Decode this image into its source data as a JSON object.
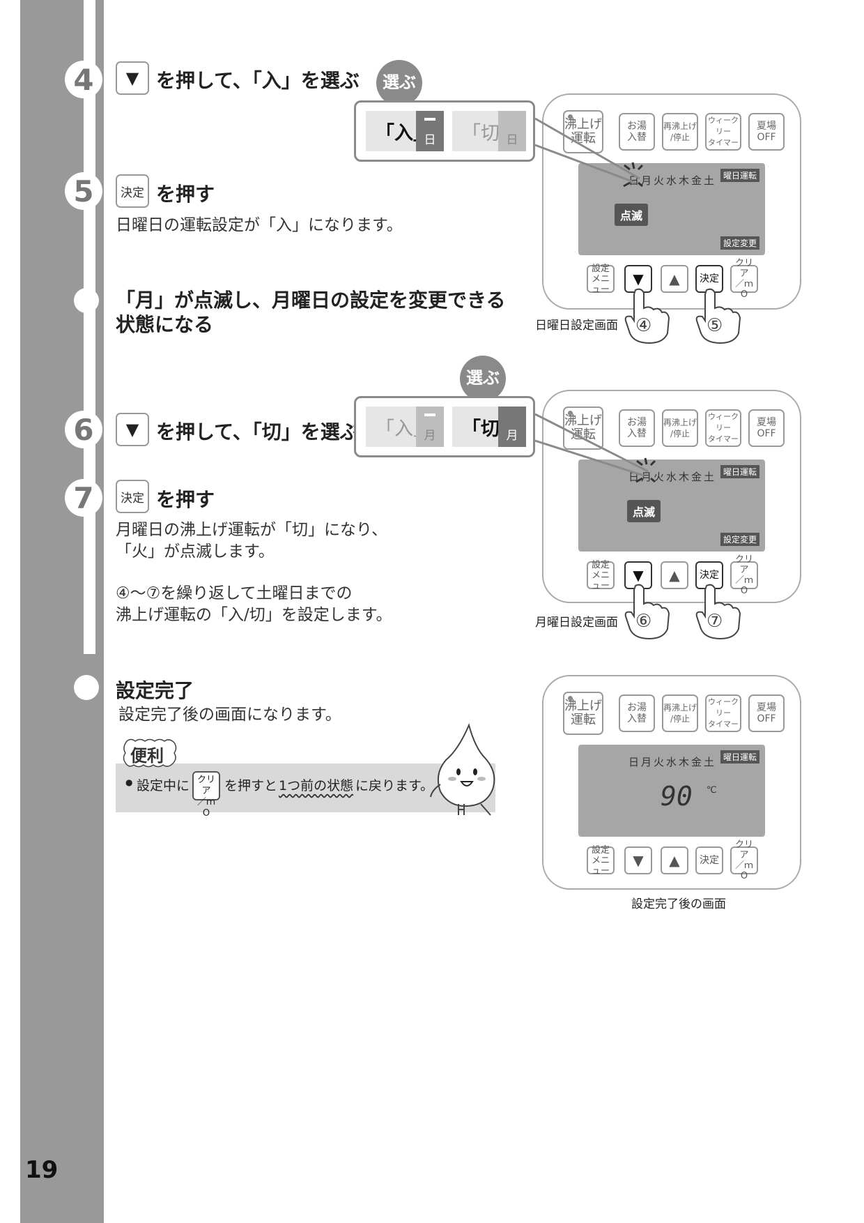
{
  "page_number": "19",
  "steps": [
    {
      "num": "4",
      "key": "▼",
      "text": "を押して、「入」を選ぶ"
    },
    {
      "num": "5",
      "key": "決定",
      "text": "を押す",
      "desc": "日曜日の運転設定が「入」になります。"
    },
    {
      "result": "「月」が点滅し、月曜日の設定を変更できる",
      "result2": "状態になる"
    },
    {
      "num": "6",
      "key": "▼",
      "text": "を押して、「切」を選ぶ"
    },
    {
      "num": "7",
      "key": "決定",
      "text": "を押す",
      "desc1": "月曜日の沸上げ運転が「切」になり、",
      "desc2": "「火」が点滅します。",
      "note1": "④～⑦を繰り返して土曜日までの",
      "note2": "沸上げ運転の「入/切」を設定します。"
    },
    {
      "title": "設定完了",
      "desc": "設定完了後の画面になります。"
    }
  ],
  "select_panels": [
    {
      "badge": "選ぶ",
      "on": "「入」",
      "off": "「切」",
      "day": "日",
      "selected": "on"
    },
    {
      "badge": "選ぶ",
      "on": "「入」",
      "off": "「切」",
      "day": "月",
      "selected": "off"
    }
  ],
  "remote": {
    "buttons": [
      "沸上げ",
      "運転",
      "お湯",
      "入替",
      "再沸上げ",
      "/停止",
      "ウィークリー",
      "タイマー",
      "夏場",
      "OFF"
    ],
    "days": "日月火水木金土",
    "tag_mode": "曜日運転",
    "tag_change": "設定変更",
    "blink": "点滅",
    "bottom": [
      "設定",
      "メニュー",
      "▼",
      "▲",
      "決定",
      "クリア",
      "／ｍO"
    ],
    "temperature": "90",
    "unit": "℃"
  },
  "fingers": [
    "④",
    "⑤",
    "⑥",
    "⑦"
  ],
  "captions": [
    "日曜日設定画面",
    "月曜日設定画面",
    "設定完了後の画面"
  ],
  "tip": {
    "label": "便利",
    "bullet": "●",
    "before": "設定中に",
    "key1": "クリア",
    "key2": "／ｍO",
    "after1": "を押すと",
    "underlined": "1つ前の状態",
    "after2": "に戻ります。"
  }
}
